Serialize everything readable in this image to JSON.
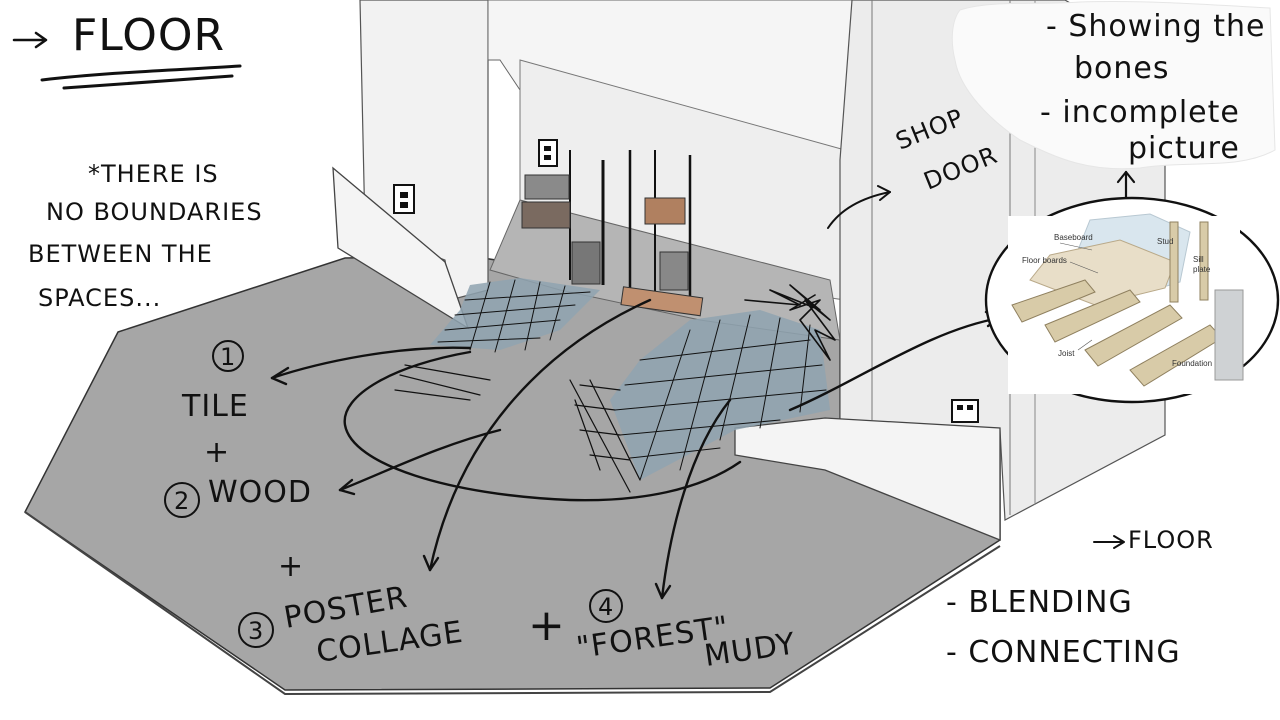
{
  "annotations": {
    "title": "FLOOR",
    "boundaries_line1": "*THERE IS",
    "boundaries_line2": "NO BOUNDARIES",
    "boundaries_line3": "BETWEEN THE",
    "boundaries_line4": "SPACES...",
    "shop_line1": "SHOP",
    "shop_line2": "DOOR",
    "bones_line1": "- Showing the",
    "bones_line2": "bones",
    "bones_line3": "- incomplete",
    "bones_line4": "picture",
    "item1_num": "1",
    "item1_label": "TILE",
    "item2_num": "2",
    "item2_label": "WOOD",
    "item3_num": "3",
    "item3_line1": "POSTER",
    "item3_line2": "COLLAGE",
    "item4_num": "4",
    "item4_line1": "\"FOREST\"",
    "item4_line2": "MUDY",
    "plus": "+",
    "floor2": "FLOOR",
    "blending": "- BLENDING",
    "connecting": "- CONNECTING"
  },
  "inset": {
    "baseboard": "Baseboard",
    "stud": "Stud",
    "floor_boards": "Floor boards",
    "sill_line1": "Sill",
    "sill_line2": "plate",
    "joist": "Joist",
    "foundation": "Foundation"
  },
  "colors": {
    "floor": "#a6a6a6",
    "tile": "#8fa3b0",
    "wall": "#f2f2f2",
    "ink": "#111111"
  }
}
